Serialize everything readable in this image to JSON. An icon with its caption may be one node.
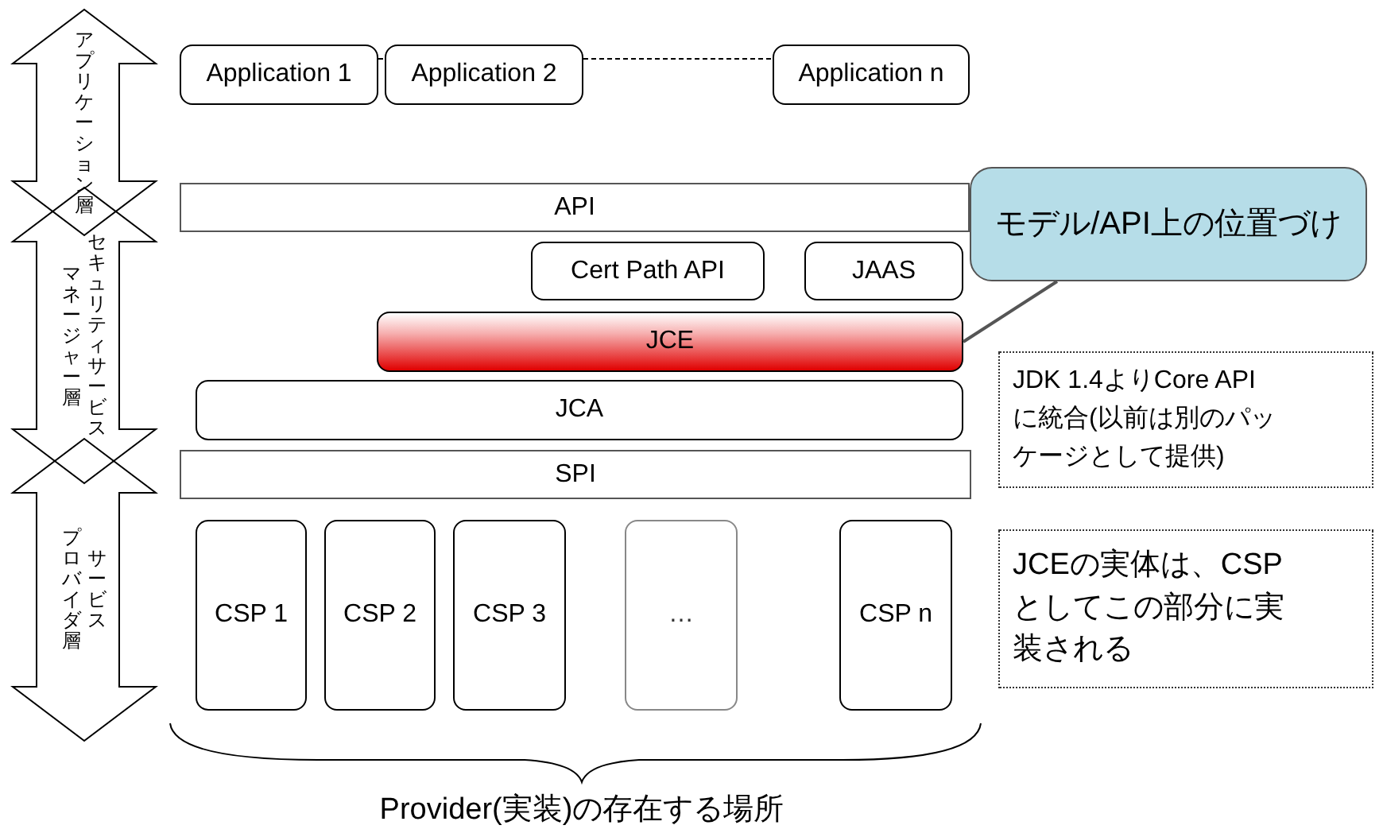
{
  "diagram": {
    "nodes": [
      {
        "text": [
          "アプリケーション層"
        ]
      },
      {
        "text": [
          "マネージャー層",
          "セキュリティサービス"
        ]
      },
      {
        "text": [
          "プロバイダ層",
          "サービス"
        ]
      },
      {
        "text": [
          "Application 1"
        ]
      },
      {
        "text": [
          "Application 2"
        ]
      },
      {
        "text": [
          "Application n"
        ]
      },
      {
        "text": [
          "API"
        ]
      },
      {
        "text": [
          "Cert Path API"
        ]
      },
      {
        "text": [
          "JAAS"
        ]
      },
      {
        "text": [
          "JCE"
        ]
      },
      {
        "text": [
          "JCA"
        ]
      },
      {
        "text": [
          "SPI"
        ]
      },
      {
        "text": [
          "CSP 1"
        ]
      },
      {
        "text": [
          "CSP 2"
        ]
      },
      {
        "text": [
          "CSP 3"
        ]
      },
      {
        "text": [
          "…"
        ]
      },
      {
        "text": [
          "CSP n"
        ]
      },
      {
        "text": [
          "モデル/API上の位置づけ"
        ]
      },
      {
        "text": [
          "JDK 1.4よりCore API に統合(以前は別のパッケージとして提供)"
        ]
      },
      {
        "text": [
          "JCEの実体は、CSPとしてこの部分に実装される"
        ]
      }
    ],
    "edges": [
      {
        "from": 3,
        "to": 4,
        "arrow": "none",
        "style": "dashed"
      },
      {
        "from": 4,
        "to": 5,
        "arrow": "none",
        "style": "dashed"
      },
      {
        "from": 17,
        "to": 9,
        "arrow": "none"
      }
    ],
    "labels": [
      "Provider(実装)の存在する場所"
    ]
  }
}
